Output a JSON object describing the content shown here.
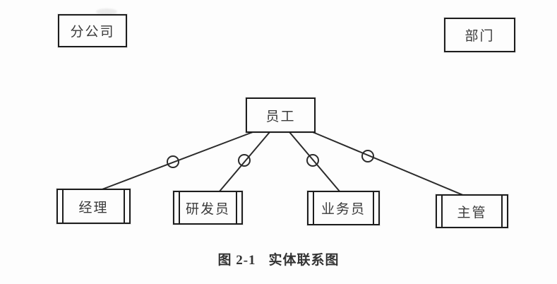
{
  "diagram": {
    "caption": {
      "figure_label": "图 2-1",
      "title": "实体联系图"
    },
    "entities": {
      "branch_company": {
        "label": "分公司"
      },
      "department": {
        "label": "部门"
      },
      "employee": {
        "label": "员工"
      }
    },
    "subtypes": [
      {
        "label": "经理"
      },
      {
        "label": "研发员"
      },
      {
        "label": "业务员"
      },
      {
        "label": "主管"
      }
    ],
    "colors": {
      "background": "#fdfdfd",
      "border": "#1d1d1d",
      "line": "#2b2b2b",
      "text": "#3a3a3a"
    }
  }
}
